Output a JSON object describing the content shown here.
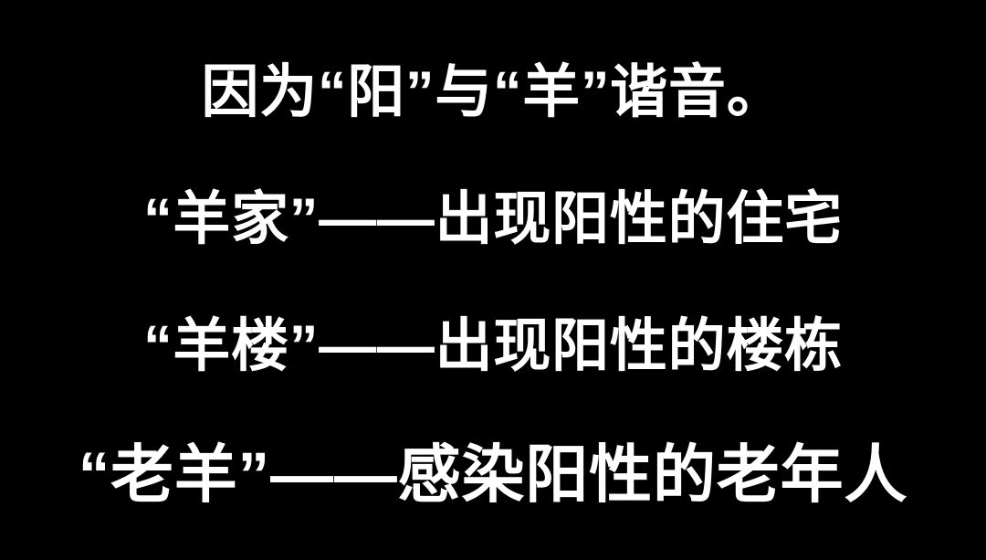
{
  "slide": {
    "background_color": "#000000",
    "text_color": "#ffffff",
    "lines": [
      {
        "id": "line-1",
        "text": "因为“阳”与“羊”谐音。"
      },
      {
        "id": "line-2",
        "text": "“羊家”——出现阳性的住宅"
      },
      {
        "id": "line-3",
        "text": "“羊楼”——出现阳性的楼栋"
      },
      {
        "id": "line-4",
        "text": "“老羊”——感染阳性的老年人"
      }
    ]
  }
}
